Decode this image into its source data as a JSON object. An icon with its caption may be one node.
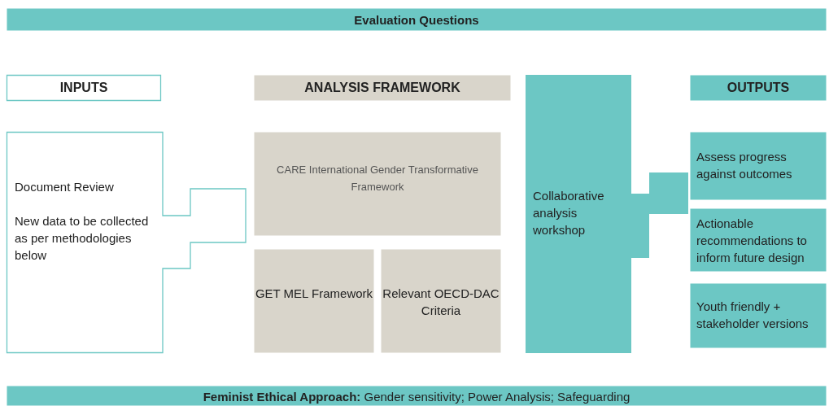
{
  "diagram": {
    "nodes": [
      {
        "text": [
          "Evaluation Questions"
        ]
      },
      {
        "text": [
          "INPUTS"
        ]
      },
      {
        "text": [
          "ANALYSIS FRAMEWORK"
        ]
      },
      {
        "text": [
          "OUTPUTS"
        ]
      },
      {
        "text": [
          "Document Review",
          "New data to be collected as per methodologies below"
        ]
      },
      {
        "text": [
          "CARE International Gender Transformative Framework"
        ]
      },
      {
        "text": [
          "GET MEL Framework"
        ]
      },
      {
        "text": [
          "Relevant OECD-DAC Criteria"
        ]
      },
      {
        "text": [
          "Collaborative analysis workshop"
        ]
      },
      {
        "text": [
          "Assess progress against outcomes"
        ]
      },
      {
        "text": [
          "Actionable recommendations to inform future design"
        ]
      },
      {
        "text": [
          "Youth friendly + stakeholder versions"
        ]
      },
      {
        "text": [
          "**Feminist Ethical Approach:** Gender sensitivity; Power Analysis; Safeguarding"
        ]
      }
    ],
    "edges": []
  }
}
